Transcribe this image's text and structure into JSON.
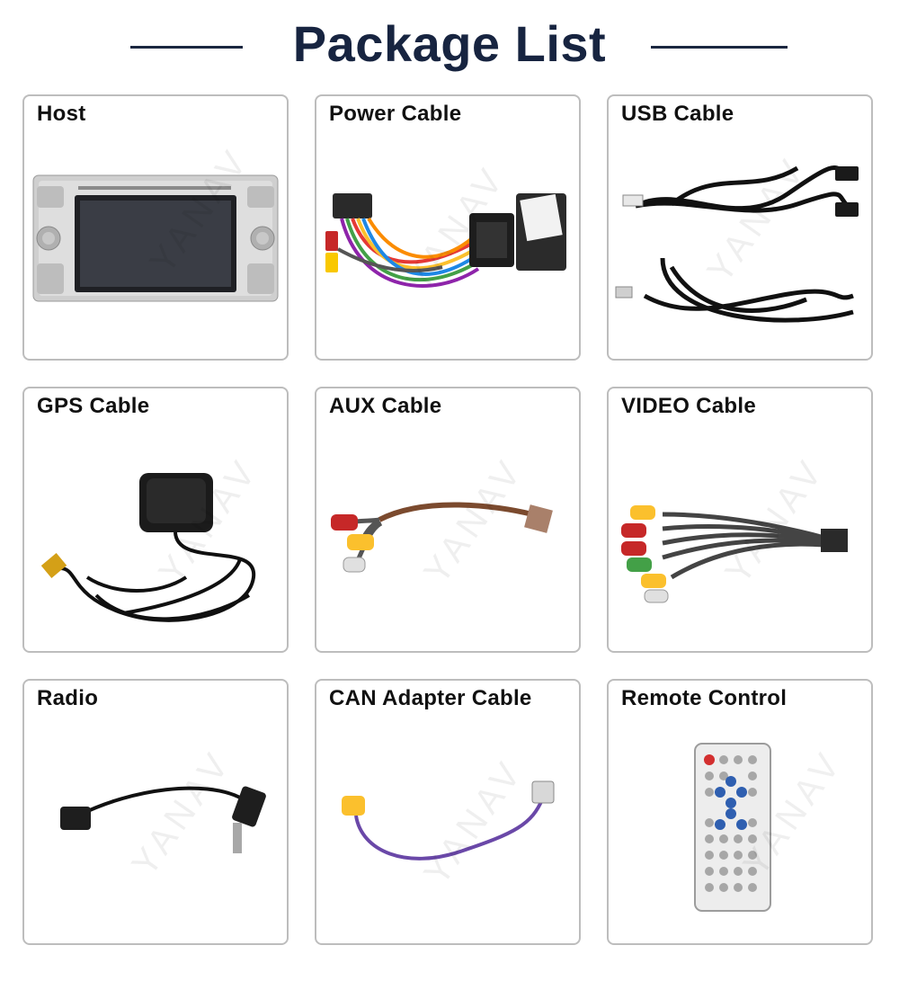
{
  "header": {
    "title": "Package List"
  },
  "watermark": "YANAV",
  "items": [
    {
      "label": "Host",
      "icon": "car-stereo-head-unit-icon"
    },
    {
      "label": "Power Cable",
      "icon": "power-harness-icon"
    },
    {
      "label": "USB Cable",
      "icon": "usb-cable-icon"
    },
    {
      "label": "GPS Cable",
      "icon": "gps-antenna-icon"
    },
    {
      "label": "AUX Cable",
      "icon": "aux-rca-cable-icon"
    },
    {
      "label": "VIDEO Cable",
      "icon": "video-rca-cable-icon"
    },
    {
      "label": "Radio",
      "icon": "radio-antenna-adapter-icon"
    },
    {
      "label": "CAN Adapter Cable",
      "icon": "can-adapter-cable-icon"
    },
    {
      "label": "Remote Control",
      "icon": "remote-control-icon"
    }
  ]
}
